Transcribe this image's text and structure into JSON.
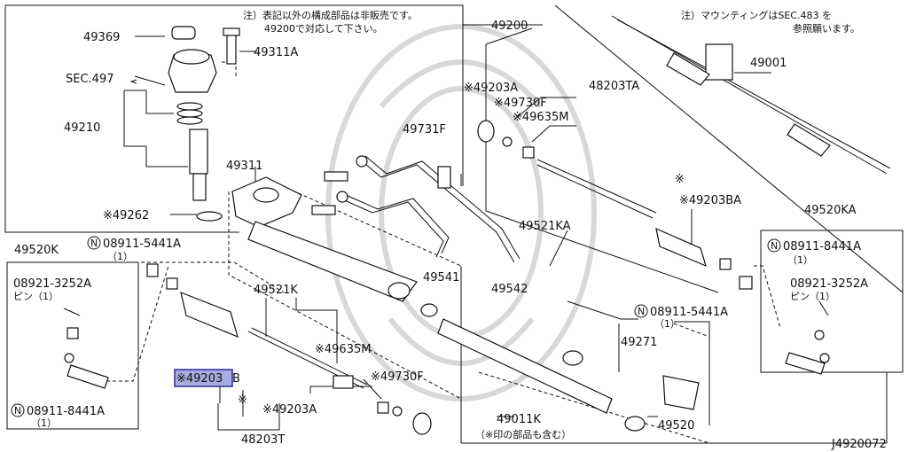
{
  "notes": {
    "top_center_line1": "注）表記以外の構成部品は非販売です。",
    "top_center_line2": "49200で対応して下さい。",
    "top_right_line1": "注）マウンティングはSEC.483 を",
    "top_right_line2": "参照願います。",
    "bottom_note": "（※印の部品も含む）"
  },
  "diagram_code": "J4920072",
  "labels": {
    "p49369": "49369",
    "p49311A": "49311A",
    "sec497": "SEC.497",
    "p49210": "49210",
    "p49262": "※49262",
    "p49200": "49200",
    "p49001": "49001",
    "p49203A_top": "※49203A",
    "p48203TA": "48203TA",
    "p49730F_top": "※49730F",
    "p49635M_top": "※49635M",
    "p49731F": "49731F",
    "p49311": "49311",
    "p49203BA": "※49203BA",
    "p49521KA": "49521KA",
    "p49520KA": "49520KA",
    "n08911_8441A_right": "08911-8441A",
    "n08911_8441A_right_qty": "（1）",
    "p08921_3252A_right": "08921-3252A",
    "pin_right": "ピン（1）",
    "p49541": "49541",
    "p49542": "49542",
    "n08911_5441A_right": "08911-5441A",
    "n08911_5441A_right_qty": "（1）",
    "p49271": "49271",
    "p49520K": "49520K",
    "n08911_5441A_left": "08911-5441A",
    "n08911_5441A_left_qty": "（1）",
    "p08921_3252A_left": "08921-3252A",
    "pin_left": "ピン（1）",
    "n08911_8441A_left": "08911-8441A",
    "n08911_8441A_left_qty": "（1）",
    "p49521K": "49521K",
    "p49635M_bottom": "※49635M",
    "p49203B_highlight": "※49203",
    "p49203B_suffix": "B",
    "p49730F_bottom": "※49730F",
    "p49203A_bottom": "※49203A",
    "p49011K": "49011K",
    "p49520": "49520",
    "p48203T": "48203T",
    "asterisk_mid": "※",
    "asterisk_left": "※",
    "n_symbol": "N"
  }
}
